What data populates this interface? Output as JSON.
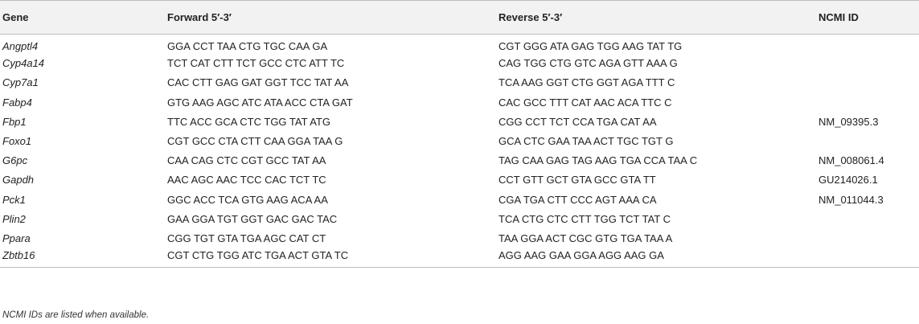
{
  "table": {
    "headers": {
      "gene": "Gene",
      "forward": "Forward 5′-3′",
      "reverse": "Reverse 5′-3′",
      "ncmi_id": "NCMI ID"
    },
    "rows": [
      {
        "gene": "Angptl4",
        "forward": "GGA CCT TAA CTG TGC CAA GA",
        "reverse": "CGT GGG ATA GAG TGG AAG TAT TG",
        "ncmi_id": ""
      },
      {
        "gene": "Cyp4a14",
        "forward": "TCT CAT CTT TCT GCC CTC ATT TC",
        "reverse": "CAG TGG CTG GTC AGA GTT AAA G",
        "ncmi_id": ""
      },
      {
        "gene": "Cyp7a1",
        "forward": "CAC CTT GAG GAT GGT TCC TAT AA",
        "reverse": "TCA AAG GGT CTG GGT AGA TTT C",
        "ncmi_id": ""
      },
      {
        "gene": "Fabp4",
        "forward": "GTG AAG AGC ATC ATA ACC CTA GAT",
        "reverse": "CAC GCC TTT CAT AAC ACA TTC C",
        "ncmi_id": ""
      },
      {
        "gene": "Fbp1",
        "forward": "TTC ACC GCA CTC TGG TAT ATG",
        "reverse": "CGG CCT TCT CCA TGA CAT AA",
        "ncmi_id": "NM_09395.3"
      },
      {
        "gene": "Foxo1",
        "forward": "CGT GCC CTA CTT CAA GGA TAA G",
        "reverse": "GCA CTC GAA TAA ACT TGC TGT G",
        "ncmi_id": ""
      },
      {
        "gene": "G6pc",
        "forward": "CAA CAG CTC CGT GCC TAT AA",
        "reverse": "TAG CAA GAG TAG AAG TGA CCA TAA C",
        "ncmi_id": "NM_008061.4"
      },
      {
        "gene": "Gapdh",
        "forward": "AAC AGC AAC TCC CAC TCT TC",
        "reverse": "CCT GTT GCT GTA GCC GTA TT",
        "ncmi_id": "GU214026.1"
      },
      {
        "gene": "Pck1",
        "forward": "GGC ACC TCA GTG AAG ACA AA",
        "reverse": "CGA TGA CTT CCC AGT AAA CA",
        "ncmi_id": "NM_011044.3"
      },
      {
        "gene": "Plin2",
        "forward": "GAA GGA TGT GGT GAC GAC TAC",
        "reverse": "TCA CTG CTC CTT TGG TCT TAT C",
        "ncmi_id": ""
      },
      {
        "gene": "Ppara",
        "forward": "CGG TGT GTA TGA AGC CAT CT",
        "reverse": "TAA GGA ACT CGC GTG TGA TAA A",
        "ncmi_id": ""
      },
      {
        "gene": "Zbtb16",
        "forward": "CGT CTG TGG ATC TGA ACT GTA TC",
        "reverse": "AGG AAG GAA GGA AGG AAG GA",
        "ncmi_id": ""
      }
    ]
  },
  "footnote": "NCMI IDs are listed when available.",
  "colors": {
    "header_background": "#f2f2f2",
    "rule": "#bdbdbd",
    "text": "#222222"
  }
}
